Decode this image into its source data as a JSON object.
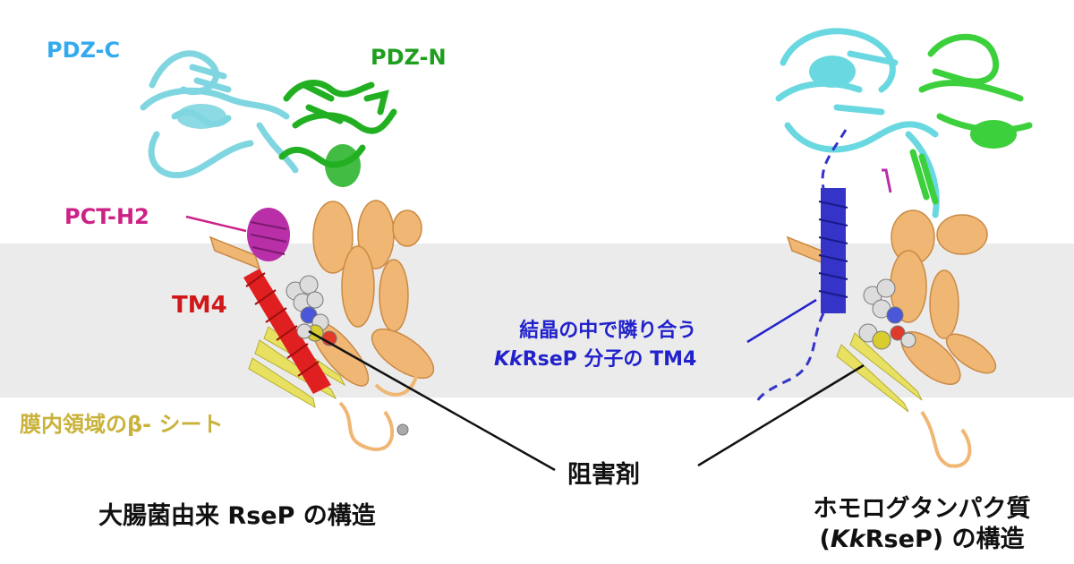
{
  "labels": {
    "pdz_c": "PDZ-C",
    "pdz_n": "PDZ-N",
    "pct_h2": "PCT-H2",
    "tm4": "TM4",
    "beta_sheet": "膜内領域のβ- シート",
    "inhibitor": "阻害剤",
    "neighbor_line1": "結晶の中で隣り合う",
    "neighbor_line2_italic": "Kk",
    "neighbor_line2_rest": "RseP 分子の TM4"
  },
  "titles": {
    "left": "大腸菌由来 RseP の構造",
    "right_line1": "ホモログタンパク質",
    "right_line2_open": "(",
    "right_line2_italic": "Kk",
    "right_line2_rest": "RseP) の構造"
  },
  "colors": {
    "pdz_c": "#7fd6e0",
    "pdz_c_label": "#33aaee",
    "pdz_n": "#22b022",
    "pdz_n_label": "#1f9e1f",
    "pct_h2": "#b82fa8",
    "pct_h2_label": "#cc2288",
    "tm4": "#e02020",
    "tm4_label": "#d01818",
    "beta": "#e8e060",
    "beta_label": "#c9b23a",
    "tm_helices": "#f0b673",
    "neighbor_tm4": "#3434c8",
    "neighbor_label": "#2222cc",
    "membrane_band": "#ebebeb"
  },
  "icons": [
    "inhibitor-molecule-icon",
    "protein-structure-icon"
  ]
}
